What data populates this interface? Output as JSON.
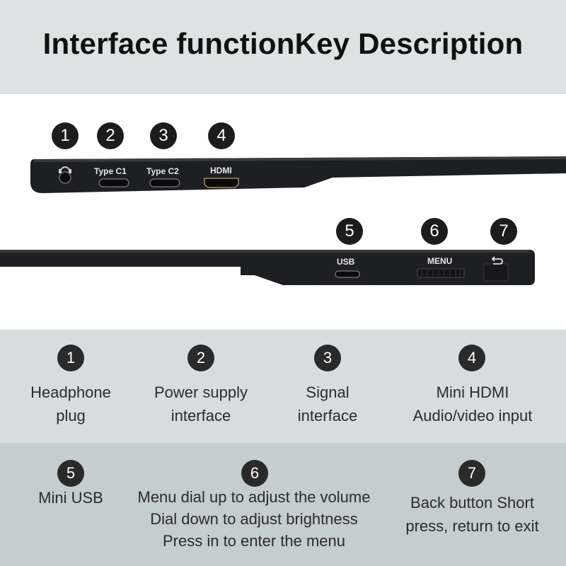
{
  "header": {
    "title": "Interface functionKey Description"
  },
  "ports_top": [
    {
      "number": "1",
      "label": "",
      "icon": "headphone-jack-icon"
    },
    {
      "number": "2",
      "label": "Type C1"
    },
    {
      "number": "3",
      "label": "Type C2"
    },
    {
      "number": "4",
      "label": "HDMI"
    }
  ],
  "ports_bottom": [
    {
      "number": "5",
      "label": "USB"
    },
    {
      "number": "6",
      "label": "MENU"
    },
    {
      "number": "7",
      "label": "",
      "icon": "back-arrow-icon"
    }
  ],
  "descriptions": [
    {
      "number": "1",
      "lines": [
        "Headphone",
        "plug"
      ]
    },
    {
      "number": "2",
      "lines": [
        "Power supply",
        "interface"
      ]
    },
    {
      "number": "3",
      "lines": [
        "Signal",
        "interface"
      ]
    },
    {
      "number": "4",
      "lines": [
        "Mini HDMI",
        "Audio/video input"
      ]
    },
    {
      "number": "5",
      "lines": [
        "Mini USB"
      ]
    },
    {
      "number": "6",
      "lines": [
        "Menu dial up to adjust the volume",
        "Dial down to adjust brightness",
        "Press in to enter the menu"
      ]
    },
    {
      "number": "7",
      "lines": [
        "Back button Short",
        "press, return to exit"
      ]
    }
  ],
  "colors": {
    "header_bg": "#dfe2e3",
    "badge": "#1c1c1c",
    "device_body": "#1e1f22",
    "desc_row1_bg": "#d9dcde",
    "desc_row2_bg": "#c4cdcf"
  }
}
